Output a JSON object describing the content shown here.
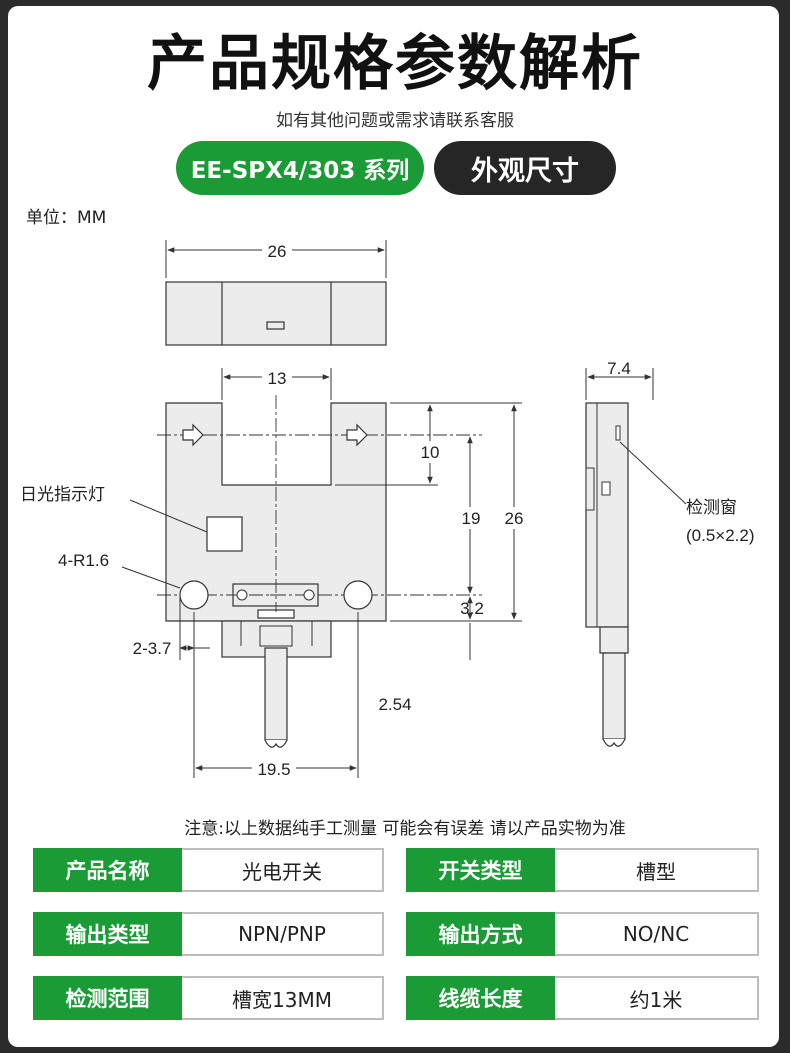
{
  "header": {
    "title": "产品规格参数解析",
    "subtitle": "如有其他问题或需求请联系客服",
    "series_tag": "EE-SPX4/303 系列",
    "section_tag": "外观尺寸"
  },
  "unit_label": "单位：MM",
  "drawing": {
    "dims": {
      "top_width": "26",
      "slot_width": "13",
      "slot_depth": "10",
      "height_19": "19",
      "height_26": "26",
      "hole_offset": "3.2",
      "pitch": "2.54",
      "edge": "2-3.7",
      "span": "19.5",
      "side_width": "7.4"
    },
    "labels": {
      "indicator": "日光指示灯",
      "radius": "4-R1.6",
      "window": "检测窗",
      "window_size": "(0.5×2.2)"
    }
  },
  "note": "注意:以上数据纯手工测量 可能会有误差 请以产品实物为准",
  "specs": [
    {
      "key": "产品名称",
      "value": "光电开关"
    },
    {
      "key": "开关类型",
      "value": "槽型"
    },
    {
      "key": "输出类型",
      "value": "NPN/PNP"
    },
    {
      "key": "输出方式",
      "value": "NO/NC"
    },
    {
      "key": "检测范围",
      "value": "槽宽13MM"
    },
    {
      "key": "线缆长度",
      "value": "约1米"
    }
  ],
  "colors": {
    "accent_green": "#1a9b36",
    "dark": "#262626",
    "body_fill": "#ececec"
  }
}
